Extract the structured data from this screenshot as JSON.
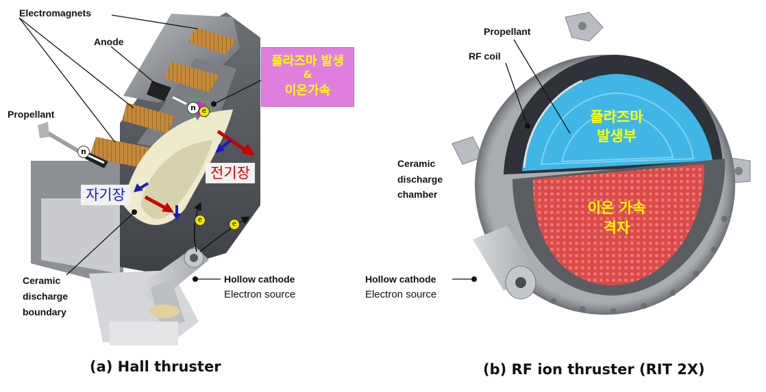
{
  "hall": {
    "labels": {
      "electromagnets": "Electromagnets",
      "anode": "Anode",
      "propellant": "Propellant",
      "ceramic_1": "Ceramic",
      "ceramic_2": "discharge",
      "ceramic_3": "boundary",
      "hollow_cathode": "Hollow cathode",
      "electron_source": "Electron source"
    },
    "callout_line1": "플라즈마 발생",
    "callout_amp": "&",
    "callout_line2": "이온가속",
    "electric_field": "전기장",
    "magnetic_field": "자기장",
    "particle_n": "n",
    "particle_e": "e",
    "caption": "(a) Hall thruster"
  },
  "rit": {
    "labels": {
      "propellant": "Propellant",
      "rf_coil": "RF coil",
      "ceramic_1": "Ceramic",
      "ceramic_2": "discharge",
      "ceramic_3": "chamber",
      "hollow_cathode": "Hollow cathode",
      "electron_source": "Electron source"
    },
    "plasma_line1": "플라즈마",
    "plasma_line2": "발생부",
    "grid_line1": "이온 가속",
    "grid_line2": "격자",
    "caption": "(b) RF ion thruster (RIT 2X)"
  },
  "colors": {
    "callout_bg": "#e07ee0",
    "callout_text": "#ffff00",
    "electric_field": "#cc0000",
    "magnetic_field": "#1a1acc",
    "plasma": "#3fb6e6",
    "grid": "#d94a48",
    "electron": "#f2e600"
  }
}
